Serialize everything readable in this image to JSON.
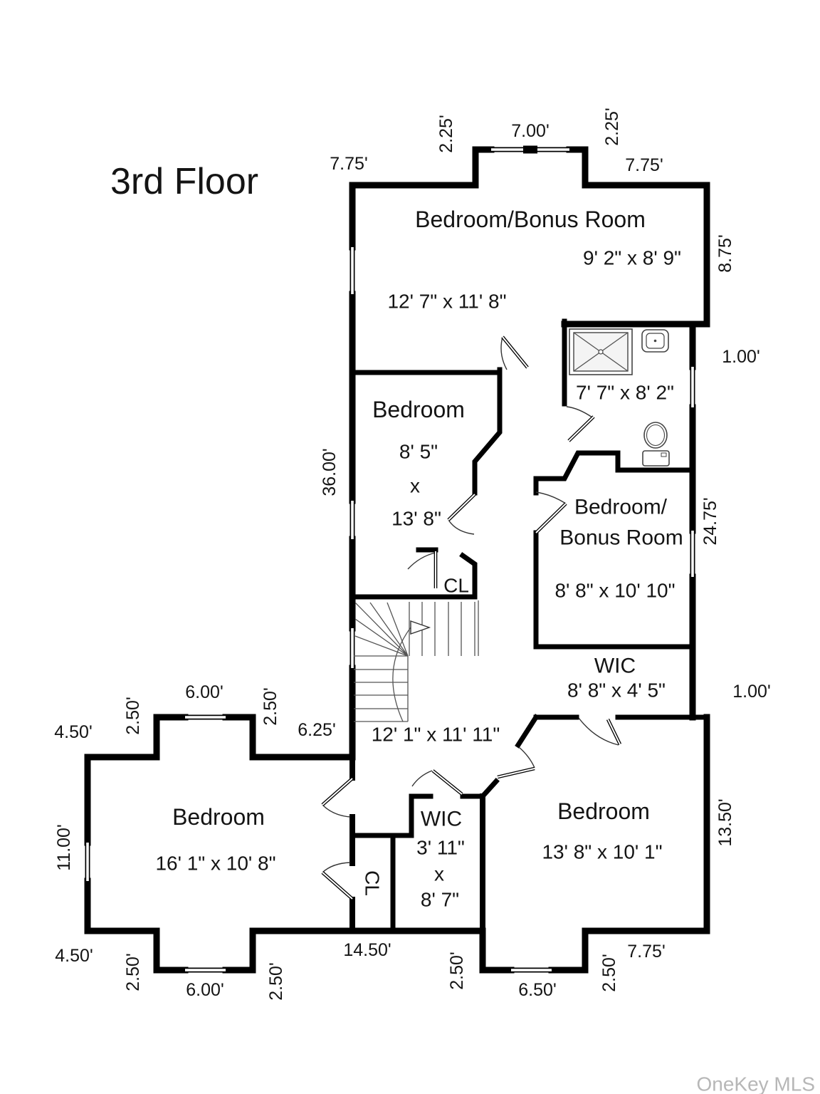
{
  "title": "3rd Floor",
  "watermark": "OneKey MLS",
  "colors": {
    "wall": "#000000",
    "background": "#ffffff",
    "watermark": "#b7b7b7",
    "text": "#141414"
  },
  "icons": {
    "shower": "shower-icon",
    "sink": "sink-icon",
    "toilet": "toilet-icon",
    "stairs": "stairs-icon",
    "stair_arrow": "direction-arrow-icon"
  },
  "rooms": {
    "bonus_top": {
      "name": "Bedroom/Bonus Room",
      "dim_inner": "9' 2\" x 8' 9\"",
      "dim_main": "12' 7\" x 11' 8\""
    },
    "bedroom_mid": {
      "name": "Bedroom",
      "dim_width": "8' 5\"",
      "dim_sep": "x",
      "dim_length": "13' 8\""
    },
    "bathroom": {
      "dim": "7' 7\" x 8' 2\""
    },
    "bonus_right": {
      "name_line_1": "Bedroom/",
      "name_line_2": "Bonus Room",
      "dim": "8' 8\"  x 10' 10\""
    },
    "wic_right": {
      "name": "WIC",
      "dim": "8' 8\"  x 4' 5\""
    },
    "closet_mid": {
      "name": "CL"
    },
    "hall": {
      "dim": "12' 1\" x 11' 11\""
    },
    "bedroom_right": {
      "name": "Bedroom",
      "dim": "13' 8\" x 10' 1\""
    },
    "wic_bottom": {
      "name": "WIC",
      "dim_width": "3' 11\"",
      "dim_sep": "x",
      "dim_length": "8' 7\""
    },
    "closet_bottom": {
      "name": "CL"
    },
    "bedroom_left": {
      "name": "Bedroom",
      "dim": "16' 1\" x 10' 8\""
    }
  },
  "exterior_dims": {
    "top_775_left": "7.75'",
    "top_225_left": "2.25'",
    "top_700": "7.00'",
    "top_225_right": "2.25'",
    "top_775_right": "7.75'",
    "right_875": "8.75'",
    "right_100_upper": "1.00'",
    "right_2475": "24.75'",
    "right_100_lower": "1.00'",
    "right_1350": "13.50'",
    "left_3600": "36.00'",
    "left_1100": "11.00'",
    "bl_top_450": "4.50'",
    "bl_top_250_left": "2.50'",
    "bl_top_600": "6.00'",
    "bl_top_250_right": "2.50'",
    "mid_625": "6.25'",
    "bot_450": "4.50'",
    "bot_250_a": "2.50'",
    "bot_600": "6.00'",
    "bot_250_b": "2.50'",
    "bot_1450": "14.50'",
    "bot_250_c": "2.50'",
    "bot_650": "6.50'",
    "bot_250_d": "2.50'",
    "bot_775": "7.75'"
  }
}
